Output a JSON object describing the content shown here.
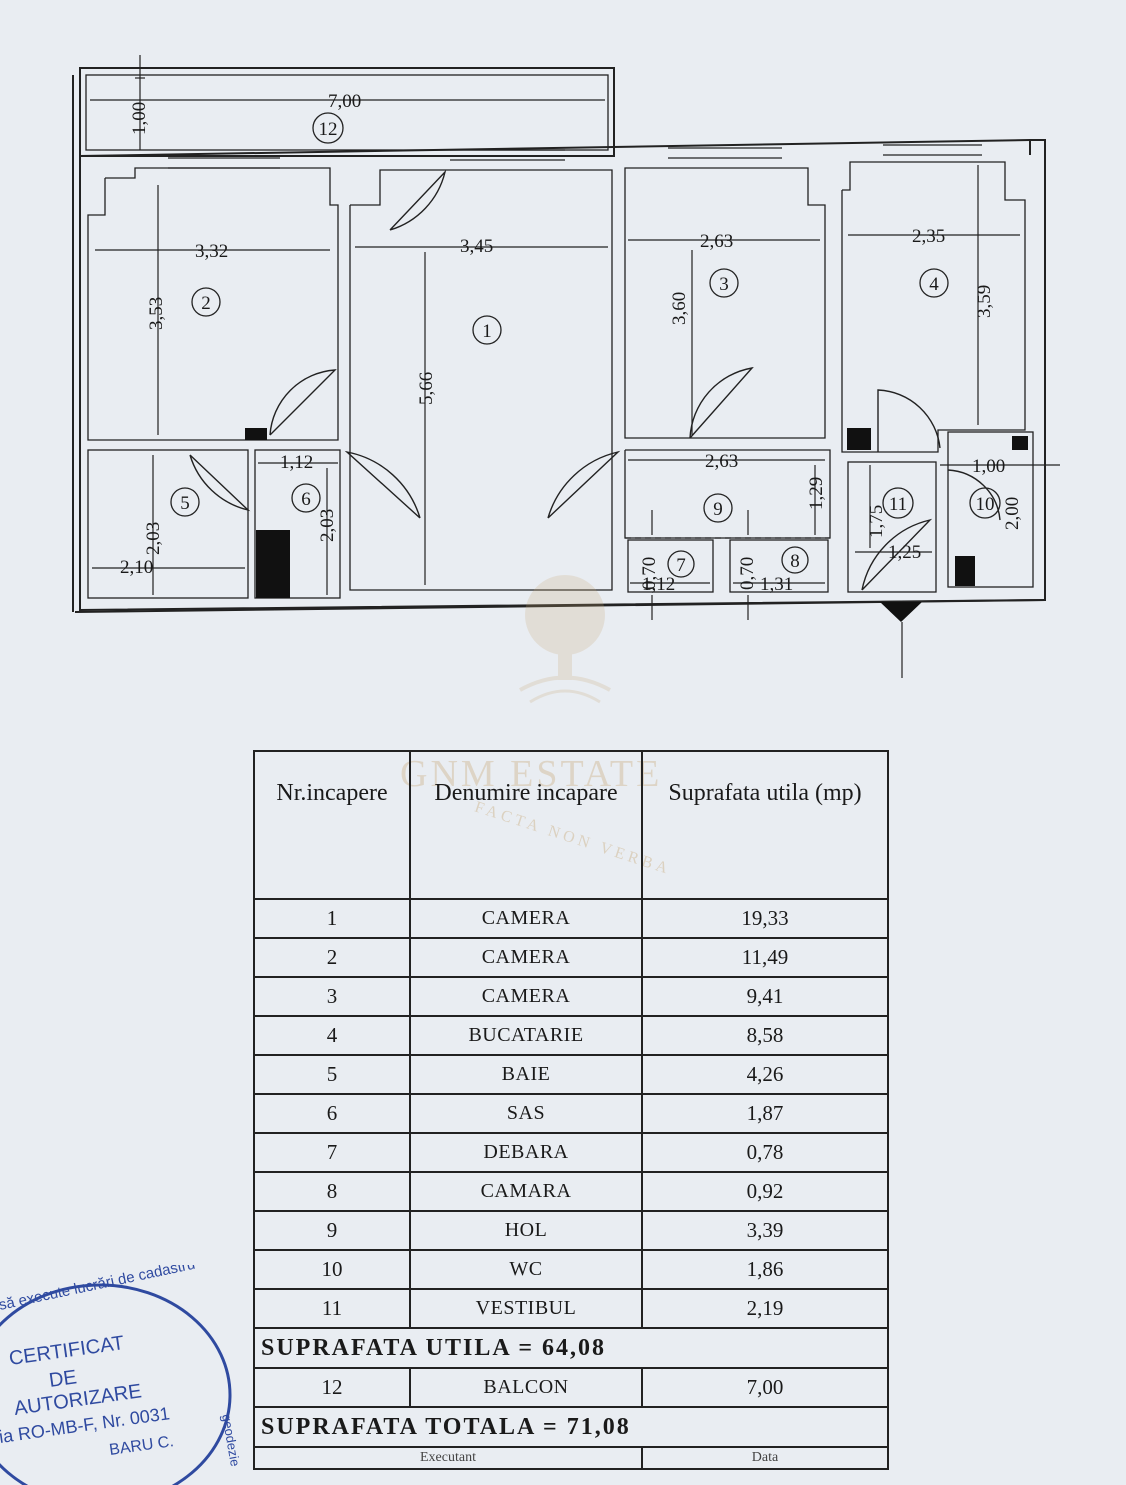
{
  "plan": {
    "dimensions": {
      "balcony_width": "7,00",
      "balcony_depth": "1,00",
      "r2_width": "3,32",
      "r2_height": "3,53",
      "r1_width": "3,45",
      "r1_height": "5,66",
      "r3_width": "2,63",
      "r3_height": "3,60",
      "r4_width": "2,35",
      "r4_height": "3,59",
      "r6_width": "1,12",
      "r6_height": "2,03",
      "r5_width": "2,10",
      "r5_height": "2,03",
      "r9_width": "2,63",
      "r9_height": "1,29",
      "r7_width": "1,12",
      "r7_height": "0,70",
      "r8_width": "1,31",
      "r8_height": "0,70",
      "r11_width": "1,25",
      "r11_height": "1,75",
      "r10_width": "1,00",
      "r10_height": "2,00"
    },
    "room_numbers": [
      "1",
      "2",
      "3",
      "4",
      "5",
      "6",
      "7",
      "8",
      "9",
      "10",
      "11",
      "12"
    ]
  },
  "table": {
    "headers": [
      "Nr.incapere",
      "Denumire incapare",
      "Suprafata utila (mp)"
    ],
    "rows": [
      {
        "nr": "1",
        "name": "CAMERA",
        "area": "19,33"
      },
      {
        "nr": "2",
        "name": "CAMERA",
        "area": "11,49"
      },
      {
        "nr": "3",
        "name": "CAMERA",
        "area": "9,41"
      },
      {
        "nr": "4",
        "name": "BUCATARIE",
        "area": "8,58"
      },
      {
        "nr": "5",
        "name": "BAIE",
        "area": "4,26"
      },
      {
        "nr": "6",
        "name": "SAS",
        "area": "1,87"
      },
      {
        "nr": "7",
        "name": "DEBARA",
        "area": "0,78"
      },
      {
        "nr": "8",
        "name": "CAMARA",
        "area": "0,92"
      },
      {
        "nr": "9",
        "name": "HOL",
        "area": "3,39"
      },
      {
        "nr": "10",
        "name": "WC",
        "area": "1,86"
      },
      {
        "nr": "11",
        "name": "VESTIBUL",
        "area": "2,19"
      }
    ],
    "total_utila": "SUPRAFATA UTILA = 64,08",
    "balcony_row": {
      "nr": "12",
      "name": "BALCON",
      "area": "7,00"
    },
    "total": "SUPRAFATA TOTALA =   71,08",
    "footer": [
      "Executant",
      "Data"
    ]
  },
  "watermark": {
    "brand": "GNM ESTATE",
    "motto": "FACTA NON VERBA"
  },
  "stamp": {
    "top_text": "să execute lucrări de cadastru",
    "side_text": "geodezie",
    "line1": "CERTIFICAT",
    "line2": "DE",
    "line3": "AUTORIZARE",
    "line4": "ia RO-MB-F, Nr. 0031",
    "line5": "BARU C."
  },
  "colors": {
    "paper": "#e9edf2",
    "ink": "#1a1a1a",
    "stamp": "#2f4aa0",
    "watermark": "#c8a877"
  }
}
